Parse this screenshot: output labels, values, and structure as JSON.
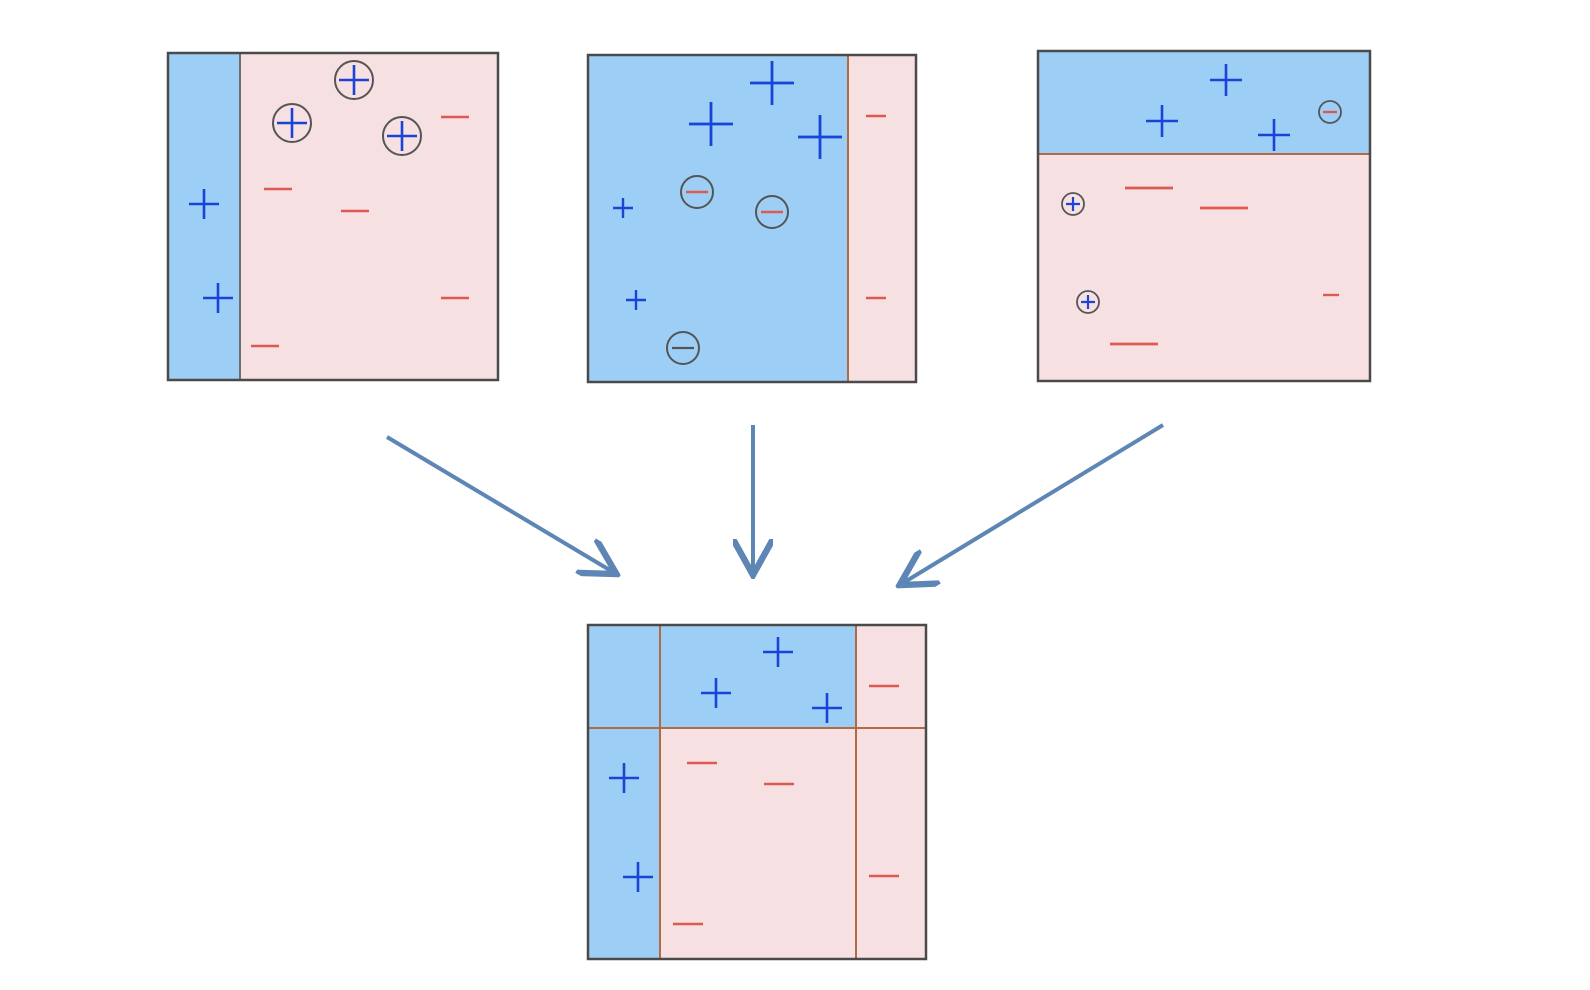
{
  "colors": {
    "positive_region": "#9dcff6",
    "negative_region": "#f7e0e1",
    "plus_sign": "#1a44d6",
    "minus_sign": "#dd5a50",
    "panel_border": "#4a4a4a",
    "split_line": "#b06b45",
    "circle_stroke": "#555555",
    "arrow": "#5e86b5"
  },
  "icons": {
    "positive_sample": "plus-icon",
    "negative_sample": "minus-icon",
    "highlighted_sample": "circled-sample-icon",
    "flow": "arrow-down-icon"
  },
  "panels": [
    {
      "id": "weak-classifier-1",
      "split": "vertical",
      "positive_side": "left",
      "samples": {
        "positive": 5,
        "negative": 5,
        "circled_positive": 3,
        "circled_negative": 0
      }
    },
    {
      "id": "weak-classifier-2",
      "split": "vertical",
      "positive_side": "left",
      "samples": {
        "positive": 5,
        "negative": 5,
        "circled_positive": 0,
        "circled_negative": 3
      }
    },
    {
      "id": "weak-classifier-3",
      "split": "horizontal",
      "positive_side": "top",
      "samples": {
        "positive": 5,
        "negative": 5,
        "circled_positive": 2,
        "circled_negative": 1
      }
    },
    {
      "id": "combined-classifier",
      "split": "combined",
      "samples": {
        "positive": 5,
        "negative": 5,
        "circled_positive": 0,
        "circled_negative": 0
      }
    }
  ]
}
